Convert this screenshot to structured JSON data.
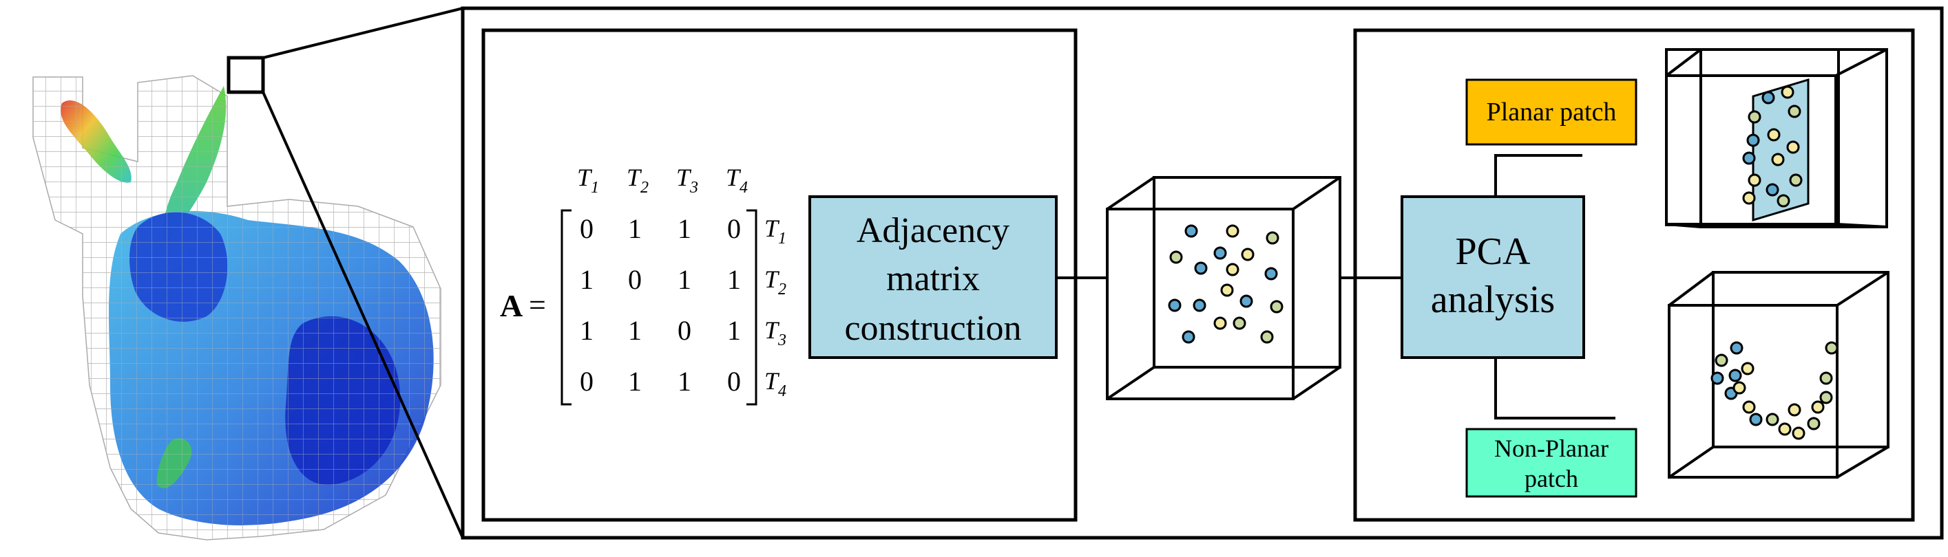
{
  "matrix": {
    "lhs": "A",
    "equals": "=",
    "col_headers": [
      {
        "base": "T",
        "sub": "1"
      },
      {
        "base": "T",
        "sub": "2"
      },
      {
        "base": "T",
        "sub": "3"
      },
      {
        "base": "T",
        "sub": "4"
      }
    ],
    "row_headers": [
      {
        "base": "T",
        "sub": "1"
      },
      {
        "base": "T",
        "sub": "2"
      },
      {
        "base": "T",
        "sub": "3"
      },
      {
        "base": "T",
        "sub": "4"
      }
    ],
    "rows": [
      [
        "0",
        "1",
        "1",
        "0"
      ],
      [
        "1",
        "0",
        "1",
        "1"
      ],
      [
        "1",
        "1",
        "0",
        "1"
      ],
      [
        "0",
        "1",
        "1",
        "0"
      ]
    ]
  },
  "boxes": {
    "adjacency": {
      "line1": "Adjacency",
      "line2": "matrix",
      "line3": "construction"
    },
    "pca": {
      "line1": "PCA",
      "line2": "analysis"
    }
  },
  "tags": {
    "planar": "Planar patch",
    "nonplanar_line1": "Non-Planar",
    "nonplanar_line2": "patch"
  },
  "colors": {
    "process_box": "#add8e6",
    "planar_tag": "#ffc000",
    "nonplanar_tag": "#66ffcc",
    "point_blue": "#5fa8d0",
    "point_yellow": "#f3e9a0",
    "point_green": "#c8d8a0"
  }
}
